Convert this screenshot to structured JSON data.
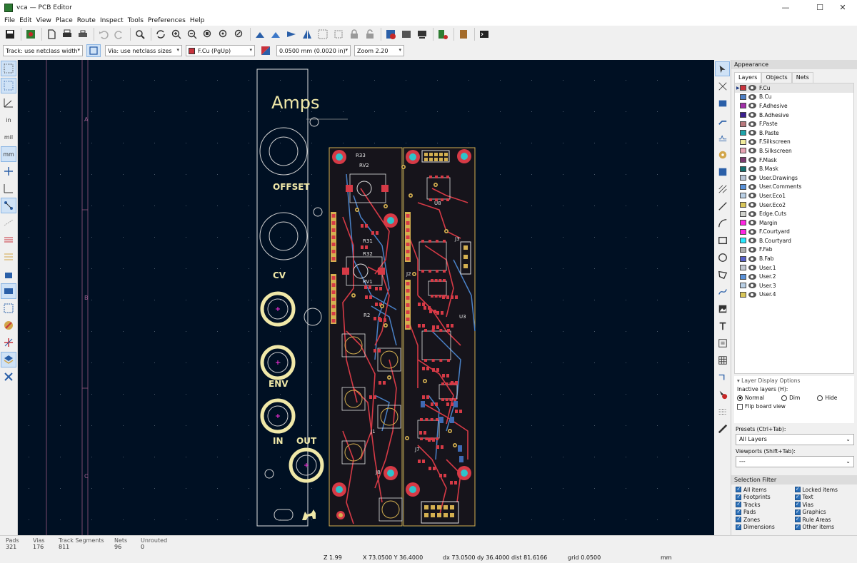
{
  "window": {
    "title": "vca — PCB Editor"
  },
  "menu": [
    "File",
    "Edit",
    "View",
    "Place",
    "Route",
    "Inspect",
    "Tools",
    "Preferences",
    "Help"
  ],
  "toolbar2": {
    "track": "Track: use netclass width",
    "via": "Via: use netclass sizes",
    "layer": "F.Cu (PgUp)",
    "layer_color": "#c8323c",
    "grid": "0.0500 mm (0.0020 in)",
    "zoom": "Zoom 2.20"
  },
  "lefttools": {
    "in": "in",
    "mil": "mil",
    "mm": "mm"
  },
  "board": {
    "panel_title": "Amps",
    "labels": [
      "OFFSET",
      "CV",
      "ENV",
      "IN",
      "OUT"
    ],
    "ruler_marks": [
      "A",
      "B",
      "C"
    ],
    "refs": [
      "R33",
      "RV2",
      "RV1",
      "R31",
      "R32",
      "R2",
      "J1",
      "J2",
      "J8",
      "J3",
      "U8",
      "U3",
      "J7"
    ]
  },
  "appearance": {
    "header": "Appearance",
    "tabs": [
      "Layers",
      "Objects",
      "Nets"
    ],
    "layers": [
      {
        "name": "F.Cu",
        "color": "#c8323c"
      },
      {
        "name": "B.Cu",
        "color": "#4d7fc4"
      },
      {
        "name": "F.Adhesive",
        "color": "#a12fa8"
      },
      {
        "name": "B.Adhesive",
        "color": "#3a1f8f"
      },
      {
        "name": "F.Paste",
        "color": "#b9797d"
      },
      {
        "name": "B.Paste",
        "color": "#1fa3a9"
      },
      {
        "name": "F.Silkscreen",
        "color": "#f1ec9c"
      },
      {
        "name": "B.Silkscreen",
        "color": "#e8a4b4"
      },
      {
        "name": "F.Mask",
        "color": "#7b3a6f"
      },
      {
        "name": "B.Mask",
        "color": "#16706f"
      },
      {
        "name": "User.Drawings",
        "color": "#b8c5d6"
      },
      {
        "name": "User.Comments",
        "color": "#5991d8"
      },
      {
        "name": "User.Eco1",
        "color": "#b9cfe5"
      },
      {
        "name": "User.Eco2",
        "color": "#d8c65a"
      },
      {
        "name": "Edge.Cuts",
        "color": "#d0d2cd"
      },
      {
        "name": "Margin",
        "color": "#ff26e2"
      },
      {
        "name": "F.Courtyard",
        "color": "#ff26e2"
      },
      {
        "name": "B.Courtyard",
        "color": "#26e9ff"
      },
      {
        "name": "F.Fab",
        "color": "#afafaf"
      },
      {
        "name": "B.Fab",
        "color": "#5862c8"
      },
      {
        "name": "User.1",
        "color": "#c2c8d2"
      },
      {
        "name": "User.2",
        "color": "#5991d8"
      },
      {
        "name": "User.3",
        "color": "#b9cfe5"
      },
      {
        "name": "User.4",
        "color": "#d8c65a"
      }
    ],
    "layer_display": {
      "title": "Layer Display Options",
      "inactive": "Inactive layers (H):",
      "modes": [
        "Normal",
        "Dim",
        "Hide"
      ],
      "flip": "Flip board view"
    },
    "presets": {
      "label": "Presets (Ctrl+Tab):",
      "value": "All Layers"
    },
    "viewports": {
      "label": "Viewports (Shift+Tab):",
      "value": "---"
    },
    "selection_filter": {
      "title": "Selection Filter",
      "items": [
        "All items",
        "Locked items",
        "Footprints",
        "Text",
        "Tracks",
        "Vias",
        "Pads",
        "Graphics",
        "Zones",
        "Rule Areas",
        "Dimensions",
        "Other items"
      ]
    }
  },
  "status": {
    "pads": {
      "k": "Pads",
      "v": "321"
    },
    "vias": {
      "k": "Vias",
      "v": "176"
    },
    "tracks": {
      "k": "Track Segments",
      "v": "811"
    },
    "nets": {
      "k": "Nets",
      "v": "96"
    },
    "unrouted": {
      "k": "Unrouted",
      "v": "0"
    },
    "z": "Z 1.99",
    "xy": "X 73.0500  Y 36.4000",
    "dxy": "dx 73.0500  dy 36.4000  dist 81.6166",
    "grid": "grid 0.0500",
    "units": "mm"
  }
}
